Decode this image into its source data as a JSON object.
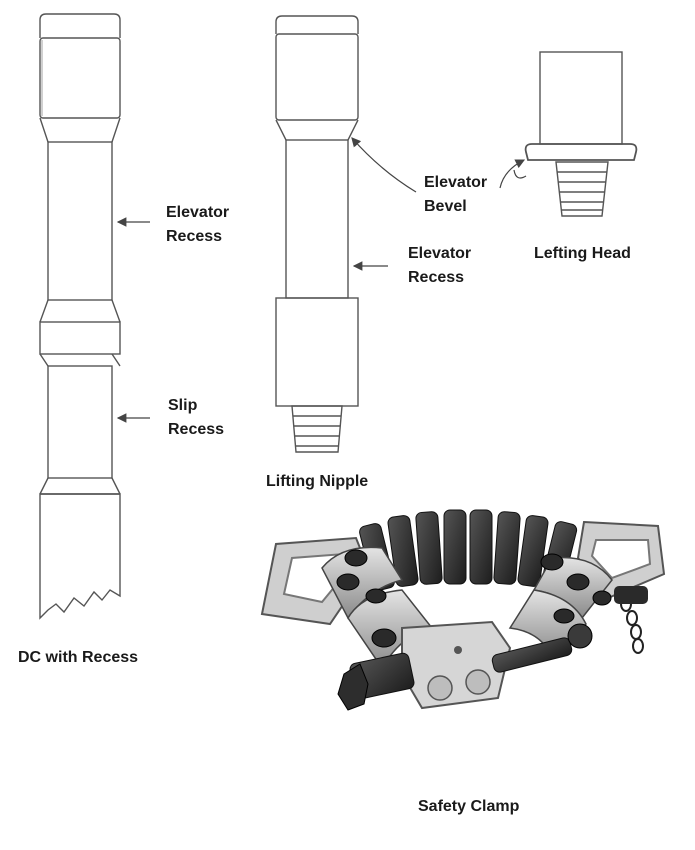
{
  "figures": {
    "dc_with_recess": {
      "caption": "DC with Recess",
      "callouts": {
        "elevator_recess": [
          "Elevator",
          "Recess"
        ],
        "slip_recess": [
          "Slip",
          "Recess"
        ]
      }
    },
    "lifting_nipple": {
      "caption": "Lifting Nipple",
      "callouts": {
        "elevator_bevel": [
          "Elevator",
          "Bevel"
        ],
        "elevator_recess": [
          "Elevator",
          "Recess"
        ]
      }
    },
    "lifting_head": {
      "caption": "Lefting Head"
    },
    "safety_clamp": {
      "caption": "Safety Clamp"
    }
  }
}
